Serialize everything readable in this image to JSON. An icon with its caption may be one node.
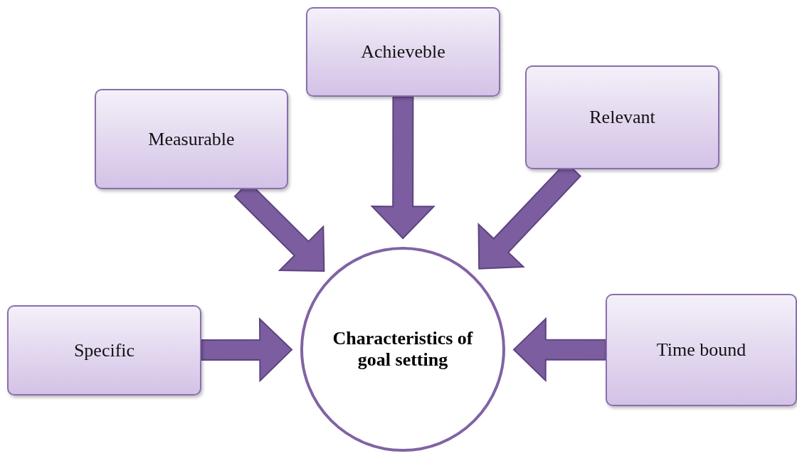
{
  "diagram": {
    "nodes": [
      {
        "text": [
          "Achieveble"
        ]
      },
      {
        "text": [
          "Measurable"
        ]
      },
      {
        "text": [
          "Relevant"
        ]
      },
      {
        "text": [
          "Specific"
        ]
      },
      {
        "text": [
          "Characteristics of goal setting"
        ]
      },
      {
        "text": [
          "Time bound"
        ]
      }
    ],
    "edges": [
      {
        "from": 3,
        "to": 4,
        "arrow": "to",
        "style": "thick"
      },
      {
        "from": 1,
        "to": 4,
        "arrow": "to",
        "style": "thick"
      },
      {
        "from": 0,
        "to": 4,
        "arrow": "to",
        "style": "thick"
      },
      {
        "from": 2,
        "to": 4,
        "arrow": "to",
        "style": "thick"
      },
      {
        "from": 5,
        "to": 4,
        "arrow": "to",
        "style": "thick"
      }
    ]
  }
}
